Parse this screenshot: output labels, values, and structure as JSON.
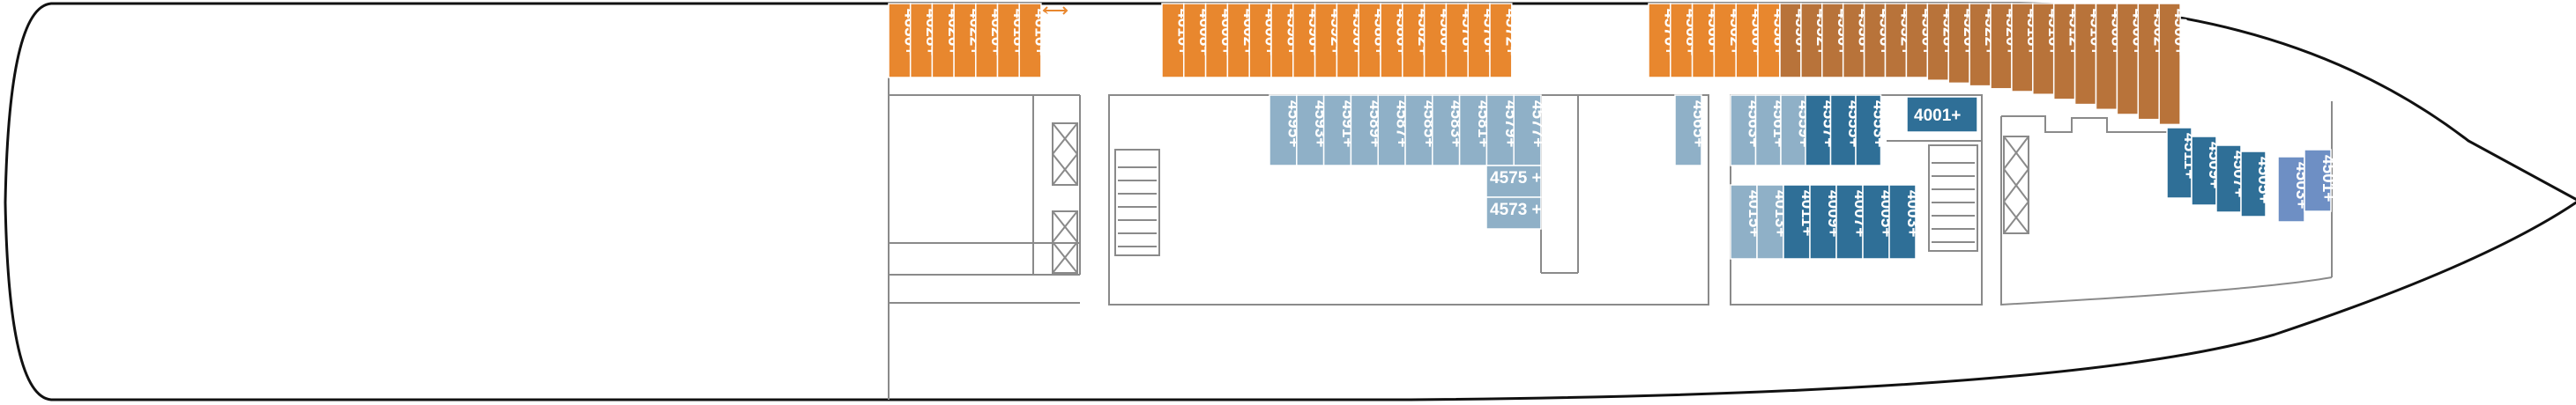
{
  "colors": {
    "orange": "#E8872E",
    "brown": "#B8733A",
    "light_blue": "#8FB0C7",
    "dark_blue": "#2F6F97",
    "mid_blue": "#6E8FC4"
  },
  "icons": {
    "connecting_arrows": "double-headed-arrow-icon",
    "elevator": "elevator-x-icon",
    "stairs": "staircase-icon"
  },
  "cabins": {
    "orange_top_left": [
      "4630+",
      "4628+",
      "4626+",
      "4622+",
      "4620+",
      "4618+",
      "4616+"
    ],
    "orange_top_mid": [
      "4610+",
      "4608+",
      "4606+",
      "4602+",
      "4600+",
      "4598+",
      "4596+",
      "4592+",
      "4590+",
      "4588+",
      "4586+",
      "4582+",
      "4580+",
      "4578+",
      "4576+",
      "4572+"
    ],
    "orange_top_right": [
      "4570+",
      "4568+",
      "4566+",
      "4562+",
      "4560+",
      "4558+"
    ],
    "brown_bow": [
      "4556+",
      "4552+",
      "4550+",
      "4538+",
      "4536+",
      "4532+",
      "4530+",
      "4528+",
      "4526+",
      "4522+",
      "4520+",
      "4518+",
      "4516+",
      "4512+",
      "4510+",
      "4508+",
      "4506+",
      "4502+",
      "4500+"
    ],
    "lightblue_mid": [
      "4595+",
      "4593+",
      "4591+",
      "4589+",
      "4587+",
      "4585+",
      "4583+",
      "4581+",
      "4579+",
      "4577+"
    ],
    "lightblue_stack": [
      "4575 +",
      "4573 +"
    ],
    "lightblue_single": [
      "4565+"
    ],
    "lightblue_right": [
      "4563+",
      "4561+",
      "4559+"
    ],
    "darkblue_right": [
      "4557+",
      "4555+",
      "4553+"
    ],
    "darkblue_horizontal": "4001+",
    "lightblue_lower": [
      "4015+",
      "4013+"
    ],
    "darkblue_lower": [
      "4011+",
      "4009+",
      "4007+",
      "4005+",
      "4003+"
    ],
    "darkblue_bow": [
      "4511+",
      "4509+",
      "4507+",
      "4505+"
    ],
    "midblue_bow": [
      "4503+",
      "4501+"
    ]
  }
}
